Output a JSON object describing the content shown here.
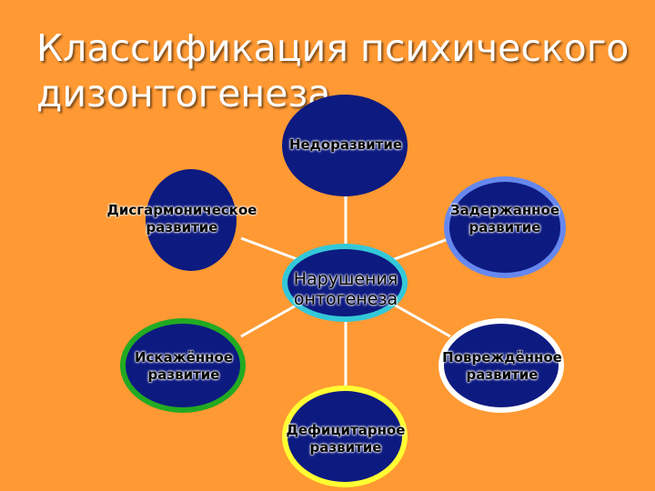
{
  "title": "Классификация психического\nдизонтогенеза",
  "diagram": {
    "center": {
      "label": "Нарушения\nонтогенеза",
      "border": "#33c8d8"
    },
    "nodes": [
      {
        "key": "top",
        "label": "Недоразвитие",
        "border": "none"
      },
      {
        "key": "upper-left",
        "label": "Дисгармоническое\nразвитие",
        "border": "none"
      },
      {
        "key": "upper-right",
        "label": "Задержанное\nразвитие",
        "border": "#6688ee"
      },
      {
        "key": "lower-left",
        "label": "Искажённое\nразвитие",
        "border": "#22aa22"
      },
      {
        "key": "lower-right",
        "label": "Повреждённое\nразвитие",
        "border": "#ffffff"
      },
      {
        "key": "bottom",
        "label": "Дефицитарное\nразвитие",
        "border": "#ffff33"
      }
    ],
    "colors": {
      "node_fill": "#0d1a80",
      "background": "#FF9933",
      "connector": "#ffffff"
    }
  }
}
